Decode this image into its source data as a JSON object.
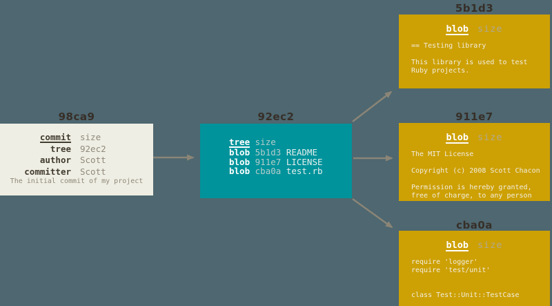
{
  "diagram_title": "git-object-model",
  "colors": {
    "background": "#4e6770",
    "commit_box": "#efeee4",
    "tree_box": "#00939b",
    "blob_box": "#cda004",
    "label_text": "#372f28",
    "arrow": "#8b8577"
  },
  "commit": {
    "label": "98ca9",
    "rows": [
      {
        "key": "commit",
        "value": "size"
      },
      {
        "key": "tree",
        "value": "92ec2"
      },
      {
        "key": "author",
        "value": "Scott"
      },
      {
        "key": "committer",
        "value": "Scott"
      }
    ],
    "caption": "The initial commit of my project"
  },
  "tree": {
    "label": "92ec2",
    "rows": [
      {
        "key": "tree",
        "hash": "size",
        "file": ""
      },
      {
        "key": "blob",
        "hash": "5b1d3",
        "file": "README"
      },
      {
        "key": "blob",
        "hash": "911e7",
        "file": "LICENSE"
      },
      {
        "key": "blob",
        "hash": "cba0a",
        "file": "test.rb"
      }
    ]
  },
  "blobs": [
    {
      "label": "5b1d3",
      "header_key": "blob",
      "header_value": "size",
      "lines": [
        "== Testing library",
        "",
        "This library is used to test",
        "Ruby projects."
      ]
    },
    {
      "label": "911e7",
      "header_key": "blob",
      "header_value": "size",
      "lines": [
        "The MIT License",
        "",
        "Copyright (c) 2008 Scott Chacon",
        "",
        "Permission is hereby granted,",
        "free of charge, to any person"
      ]
    },
    {
      "label": "cba0a",
      "header_key": "blob",
      "header_value": "size",
      "lines": [
        "require 'logger'",
        "require 'test/unit'",
        "",
        "",
        "class Test::Unit::TestCase"
      ]
    }
  ]
}
